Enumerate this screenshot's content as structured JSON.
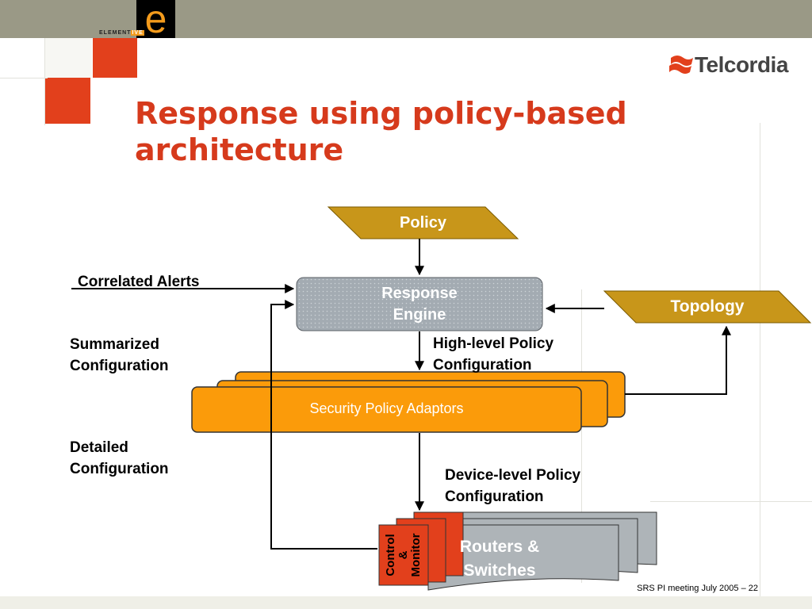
{
  "header": {
    "logo_letter": "e",
    "brand_prefix": "ELEMENT",
    "brand_suffix": "IVE",
    "company": "Telcordia"
  },
  "title": {
    "line1": "Response using policy-based",
    "line2": "architecture"
  },
  "diagram": {
    "policy": "Policy",
    "response_engine_line1": "Response",
    "response_engine_line2": "Engine",
    "topology": "Topology",
    "adaptors": "Security Policy Adaptors",
    "routers_line1": "Routers &",
    "routers_line2": "Switches",
    "control_line1": "Control",
    "control_line2": "&",
    "control_line3": "Monitor",
    "correlated_alerts": "Correlated Alerts",
    "summarized_line1": "Summarized",
    "summarized_line2": "Configuration",
    "detailed_line1": "Detailed",
    "detailed_line2": "Configuration",
    "high_level_line1": "High-level Policy",
    "high_level_line2": "Configuration",
    "device_level_line1": "Device-level Policy",
    "device_level_line2": "Configuration"
  },
  "footer": {
    "text": "SRS PI meeting July 2005 – 22"
  },
  "colors": {
    "accent_red": "#e2401c",
    "title_red": "#d63a1c",
    "orange": "#fb9b0a",
    "gold": "#c8961a",
    "engine_gray": "#a8b0b6",
    "router_gray": "#aeb4b8"
  }
}
